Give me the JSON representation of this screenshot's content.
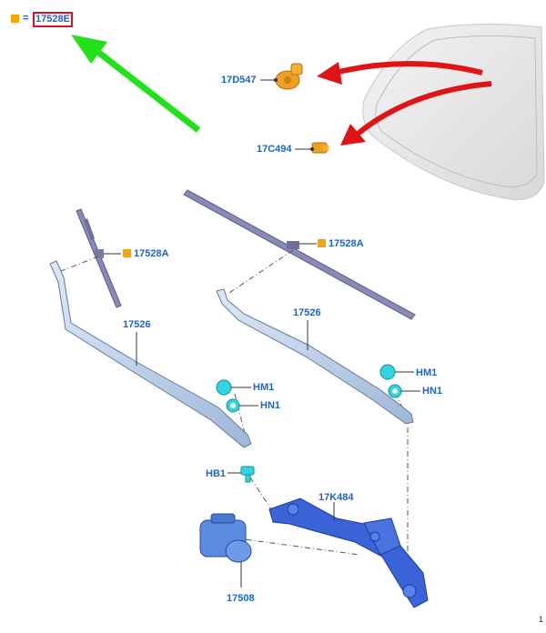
{
  "legend": {
    "code": "17528E",
    "equals": "=",
    "marker_color": "#f5a400"
  },
  "callouts": {
    "cap_17D547": "17D547",
    "cap_17C494": "17C494",
    "blade_left": "17528A",
    "blade_right": "17528A",
    "arm_left": "17526",
    "arm_right": "17526",
    "hm1_left": "HM1",
    "hn1_left": "HN1",
    "hm1_right": "HM1",
    "hn1_right": "HN1",
    "hb1": "HB1",
    "linkage": "17K484",
    "motor": "17508"
  },
  "page_number": "1",
  "colors": {
    "label": "#1e63c8",
    "accent_orange": "#f5a400",
    "highlight_box": "#e0101a",
    "arrow_green": "#22e01a",
    "arrow_red": "#e01414",
    "blade": "#8a8ab8",
    "arm": "#b9cde6",
    "fastener": "#2fd6e0",
    "linkage": "#3b63d8",
    "motor": "#5b8be0"
  }
}
